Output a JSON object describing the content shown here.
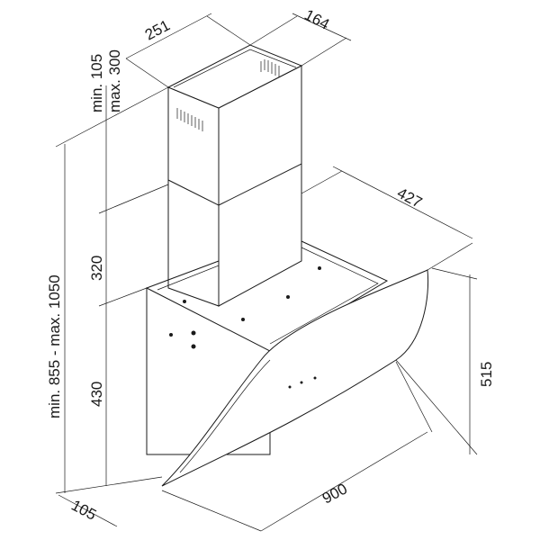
{
  "dimensions": {
    "chimney_width": "251",
    "chimney_depth": "164",
    "chimney_top_min": "min. 105",
    "chimney_top_max": "max. 300",
    "total_height": "min. 855 - max. 1050",
    "lower_chimney": "320",
    "body_height": "430",
    "hood_depth": "427",
    "glass_height": "515",
    "width": "900",
    "wall_offset": "105"
  }
}
